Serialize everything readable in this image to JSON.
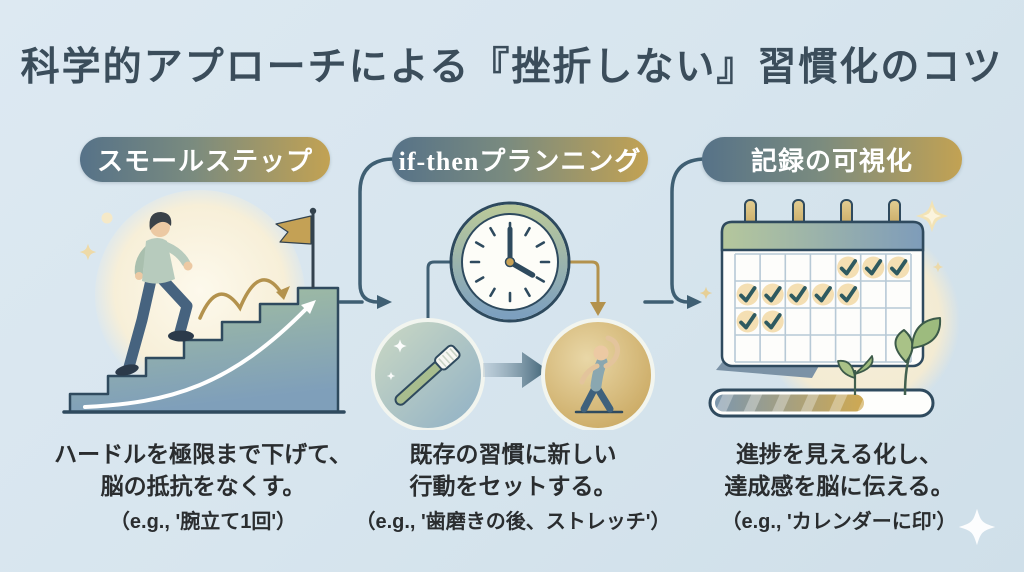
{
  "title": "科学的アプローチによる『挫折しない』習慣化のコツ",
  "columns": [
    {
      "id": "small-steps",
      "header": "スモールステップ",
      "desc_line1": "ハードルを極限まで下げて、",
      "desc_line2": "脳の抵抗をなくす。",
      "example": "（e.g., '腕立て1回'）",
      "icon": "person-climbing-stairs-with-flag"
    },
    {
      "id": "if-then-planning",
      "header": "if-thenプランニング",
      "desc_line1": "既存の習慣に新しい",
      "desc_line2": "行動をセットする。",
      "example": "（e.g., '歯磨きの後、ストレッチ'）",
      "icon": "clock-toothbrush-arrow-stretch"
    },
    {
      "id": "visualize-records",
      "header": "記録の可視化",
      "desc_line1": "進捗を見える化し、",
      "desc_line2": "達成感を脳に伝える。",
      "example": "（e.g., 'カレンダーに印'）",
      "icon": "calendar-checkmarks-progress-bar-plant"
    }
  ],
  "calendar": {
    "columns": 7,
    "rows": 4,
    "checks": [
      [
        4,
        5,
        6
      ],
      [
        0,
        1,
        2,
        3,
        4
      ],
      [
        0,
        1
      ]
    ]
  },
  "progress_bar": {
    "fill_ratio": 0.7
  },
  "clock": {
    "hour": 4,
    "minute": 0
  },
  "colors": {
    "background": "#d7e5ee",
    "title_text": "#3b4d5b",
    "pill_gradient_left": "#567288",
    "pill_gradient_mid": "#7a8b7f",
    "pill_gradient_right": "#c2a253",
    "pill_text": "#ffffff",
    "body_text": "#2a2d2f",
    "connector": "#3f5f73",
    "outline_navy": "#2f4a5e",
    "accent_gold": "#b3924d",
    "check": "#2e5a60",
    "check_bg": "#f4dfb3",
    "stairs_green": "#a3bf9f",
    "stairs_blue": "#7f9fba"
  }
}
